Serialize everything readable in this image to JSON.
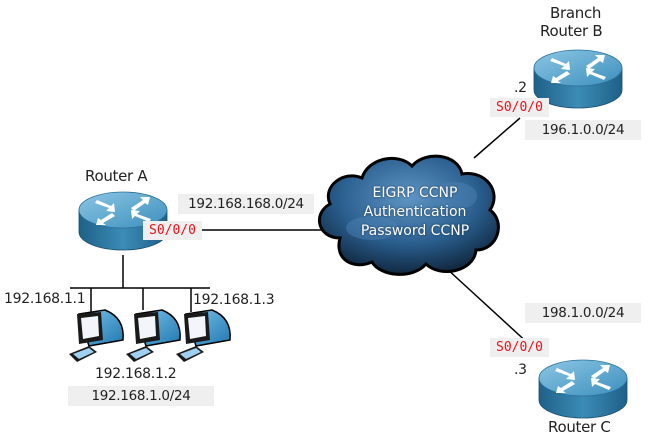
{
  "diagram": {
    "colors": {
      "router_top": "#5aa7cf",
      "router_side": "#2e7ea8",
      "cloud_fill": "#2a5f8f",
      "cloud_dark": "#10263e",
      "interface_text": "#e8141c",
      "label_bg": "#efefef",
      "line": "#000000"
    },
    "cloud": {
      "icon": "cloud-icon",
      "lines": [
        "EIGRP CCNP",
        "Authentication",
        "Password CCNP"
      ]
    },
    "routers": {
      "a": {
        "name": "Router A",
        "icon": "router-icon",
        "interface": "S0/0/0",
        "wan_network": "192.168.168.0/24"
      },
      "b": {
        "name_line1": "Branch",
        "name_line2": "Router B",
        "icon": "router-icon",
        "interface": "S0/0/0",
        "host_octet": ".2",
        "network": "196.1.0.0/24"
      },
      "c": {
        "name": "Router C",
        "icon": "router-icon",
        "interface": "S0/0/0",
        "host_octet": ".3",
        "network": "198.1.0.0/24"
      }
    },
    "lan": {
      "network": "192.168.1.0/24",
      "hosts": [
        {
          "ip": "192.168.1.1",
          "icon": "pc-icon"
        },
        {
          "ip": "192.168.1.2",
          "icon": "pc-icon"
        },
        {
          "ip": "192.168.1.3",
          "icon": "pc-icon"
        }
      ]
    }
  }
}
